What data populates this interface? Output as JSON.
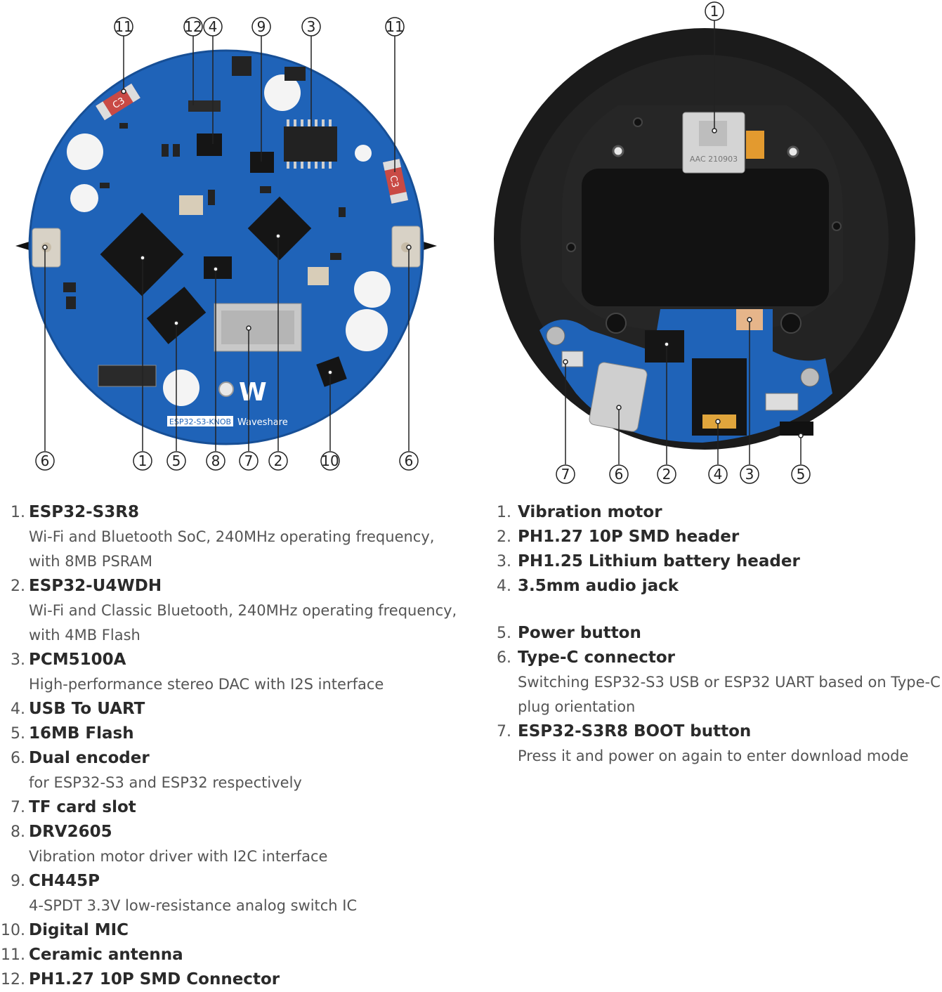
{
  "front": {
    "board_label": "ESP32-S3-KNOB",
    "brand": "Waveshare",
    "antenna_marking": "C3",
    "callouts": [
      "11",
      "12",
      "4",
      "9",
      "3",
      "11",
      "6",
      "1",
      "5",
      "8",
      "7",
      "2",
      "10",
      "6"
    ]
  },
  "back": {
    "motor_marking": "AAC 210903",
    "callouts": [
      "1",
      "7",
      "6",
      "2",
      "4",
      "3",
      "5"
    ]
  },
  "left_list": [
    {
      "num": "1.",
      "title": "ESP32-S3R8",
      "desc": [
        "Wi-Fi and Bluetooth SoC, 240MHz operating frequency,",
        "with 8MB PSRAM"
      ]
    },
    {
      "num": "2.",
      "title": "ESP32-U4WDH",
      "desc": [
        "Wi-Fi and Classic Bluetooth, 240MHz operating frequency,",
        "with 4MB Flash"
      ]
    },
    {
      "num": "3.",
      "title": "PCM5100A",
      "desc": [
        "High-performance stereo DAC with I2S interface"
      ]
    },
    {
      "num": "4.",
      "title": "USB To UART",
      "desc": []
    },
    {
      "num": "5.",
      "title": "16MB Flash",
      "desc": []
    },
    {
      "num": "6.",
      "title": "Dual encoder",
      "desc": [
        "for ESP32-S3 and ESP32 respectively"
      ]
    },
    {
      "num": "7.",
      "title": "TF card slot",
      "desc": []
    },
    {
      "num": "8.",
      "title": "DRV2605",
      "desc": [
        "Vibration motor driver with I2C interface"
      ]
    },
    {
      "num": "9.",
      "title": "CH445P",
      "desc": [
        "4-SPDT 3.3V low-resistance analog switch IC"
      ]
    },
    {
      "num": "10.",
      "title": "Digital MIC",
      "desc": []
    },
    {
      "num": "11.",
      "title": "Ceramic antenna",
      "desc": []
    },
    {
      "num": "12.",
      "title": "PH1.27 10P SMD Connector",
      "desc": []
    }
  ],
  "right_list": [
    {
      "num": "1.",
      "title": "Vibration motor",
      "desc": []
    },
    {
      "num": "2.",
      "title": "PH1.27 10P SMD header",
      "desc": []
    },
    {
      "num": "3.",
      "title": "PH1.25 Lithium battery header",
      "desc": []
    },
    {
      "num": "4.",
      "title": "3.5mm audio jack",
      "desc": [],
      "gap_after": true
    },
    {
      "num": "5.",
      "title": "Power button",
      "desc": []
    },
    {
      "num": "6.",
      "title": "Type-C connector",
      "desc": [
        "Switching ESP32-S3 USB or ESP32 UART based on Type-C",
        "plug orientation"
      ]
    },
    {
      "num": "7.",
      "title": "ESP32-S3R8 BOOT button",
      "desc": [
        "Press it and power on again to enter download mode"
      ]
    }
  ],
  "colors": {
    "pcb_blue": "#1f63b8",
    "enclosure": "#1b1b1b",
    "chip": "#151515"
  }
}
